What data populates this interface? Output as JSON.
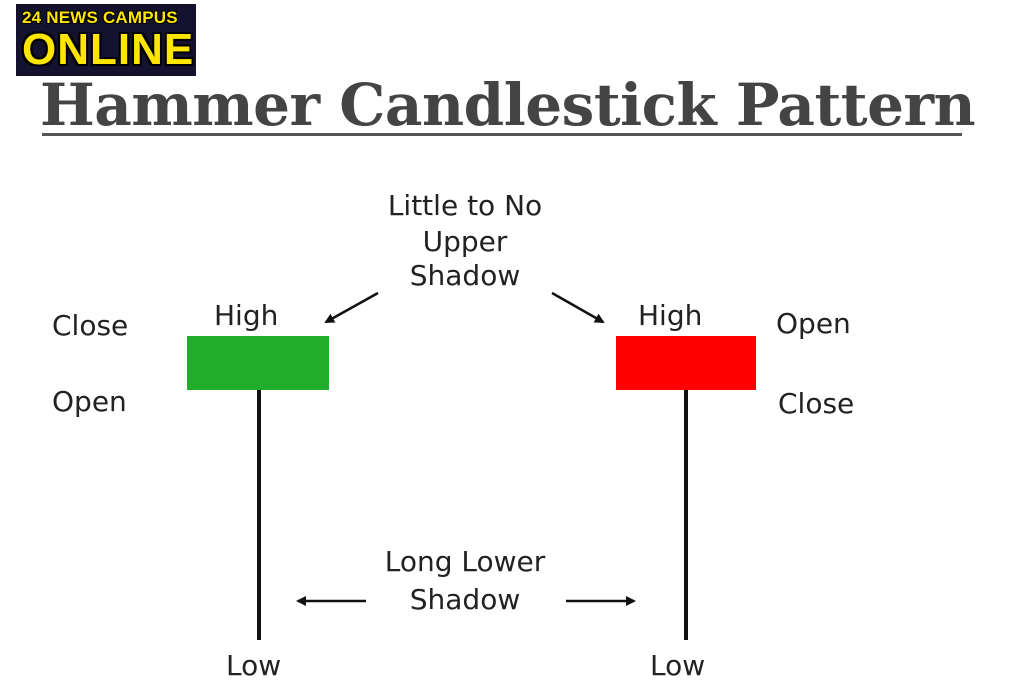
{
  "logo": {
    "line1": "24 NEWS CAMPUS",
    "line2": "ONLINE"
  },
  "title": "Hammer Candlestick Pattern",
  "diagram": {
    "upper_shadow_label": [
      "Little to No",
      "Upper",
      "Shadow"
    ],
    "lower_shadow_label": [
      "Long Lower",
      "Shadow"
    ],
    "bullish_candle": {
      "color": "#1fad2a",
      "high_label": "High",
      "top_label": "Close",
      "bottom_label": "Open",
      "low_label": "Low"
    },
    "bearish_candle": {
      "color": "#ff0000",
      "high_label": "High",
      "top_label": "Open",
      "bottom_label": "Close",
      "low_label": "Low"
    }
  }
}
